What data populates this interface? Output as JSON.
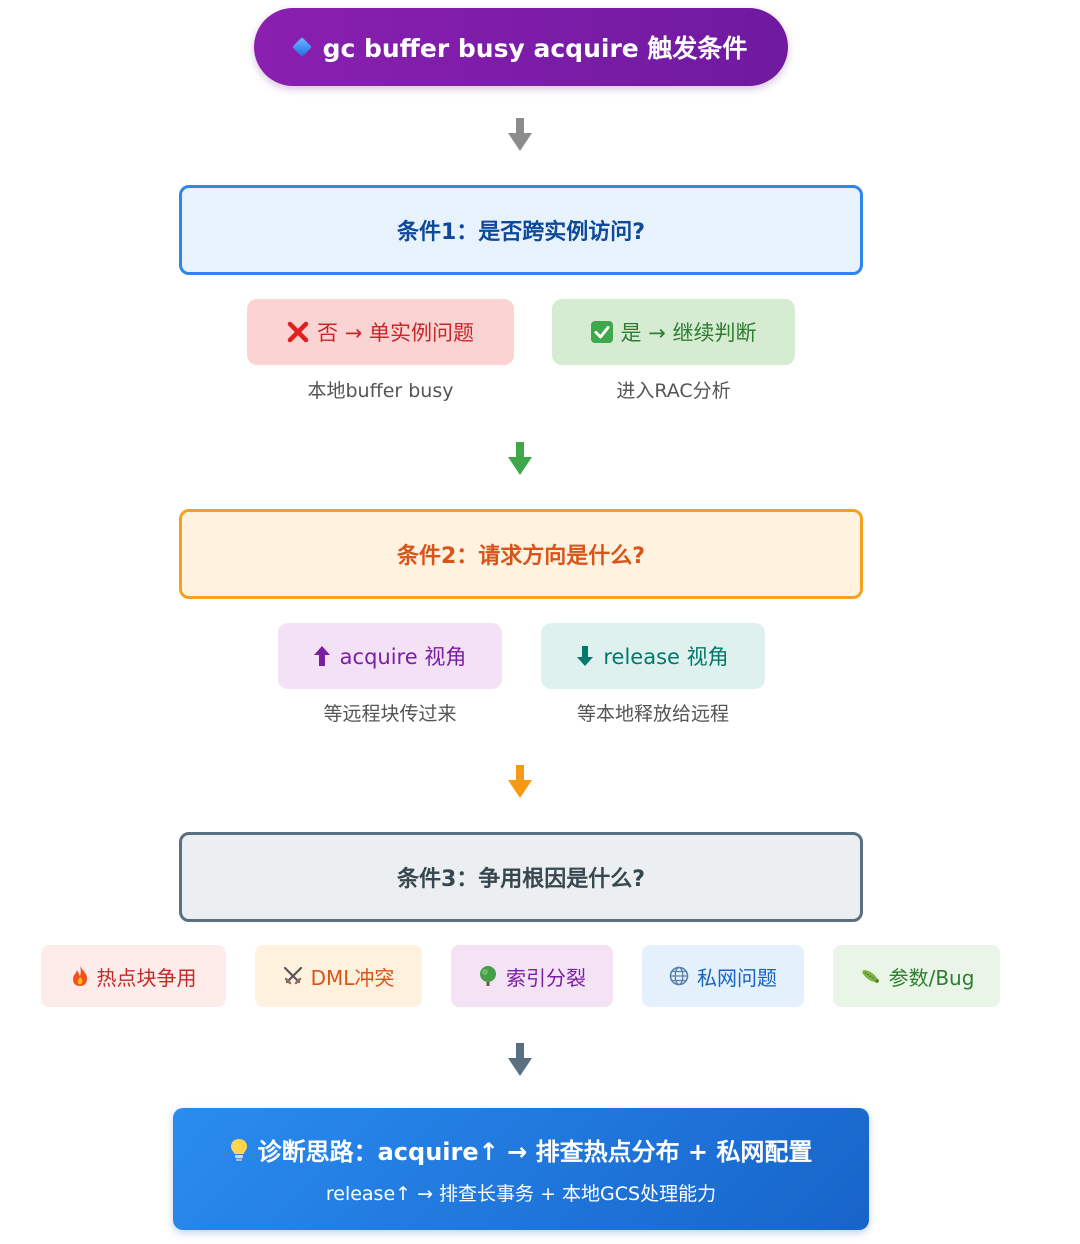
{
  "title": "gc buffer busy acquire 触发条件",
  "condition1": {
    "label": "条件1：是否跨实例访问?",
    "no_option": "否 → 单实例问题",
    "no_note": "本地buffer busy",
    "yes_option": "是 → 继续判断",
    "yes_note": "进入RAC分析"
  },
  "condition2": {
    "label": "条件2：请求方向是什么?",
    "acquire_option": "acquire 视角",
    "acquire_note": "等远程块传过来",
    "release_option": "release 视角",
    "release_note": "等本地释放给远程"
  },
  "condition3": {
    "label": "条件3：争用根因是什么?",
    "causes": [
      {
        "label": "热点块争用",
        "icon": "fire-icon"
      },
      {
        "label": "DML冲突",
        "icon": "crossed-swords-icon"
      },
      {
        "label": "索引分裂",
        "icon": "tree-icon"
      },
      {
        "label": "私网问题",
        "icon": "globe-icon"
      },
      {
        "label": "参数/Bug",
        "icon": "bug-icon"
      }
    ]
  },
  "summary": {
    "line1": "诊断思路：acquire↑ → 排查热点分布 + 私网配置",
    "line2": "release↑ → 排查长事务 + 本地GCS处理能力"
  },
  "colors": {
    "title_bg": "#7b1fa2",
    "cond1_border": "#2f86ea",
    "cond2_border": "#f5a021",
    "cond3_border": "#5a7080",
    "summary_bg": "#1e78e0"
  }
}
